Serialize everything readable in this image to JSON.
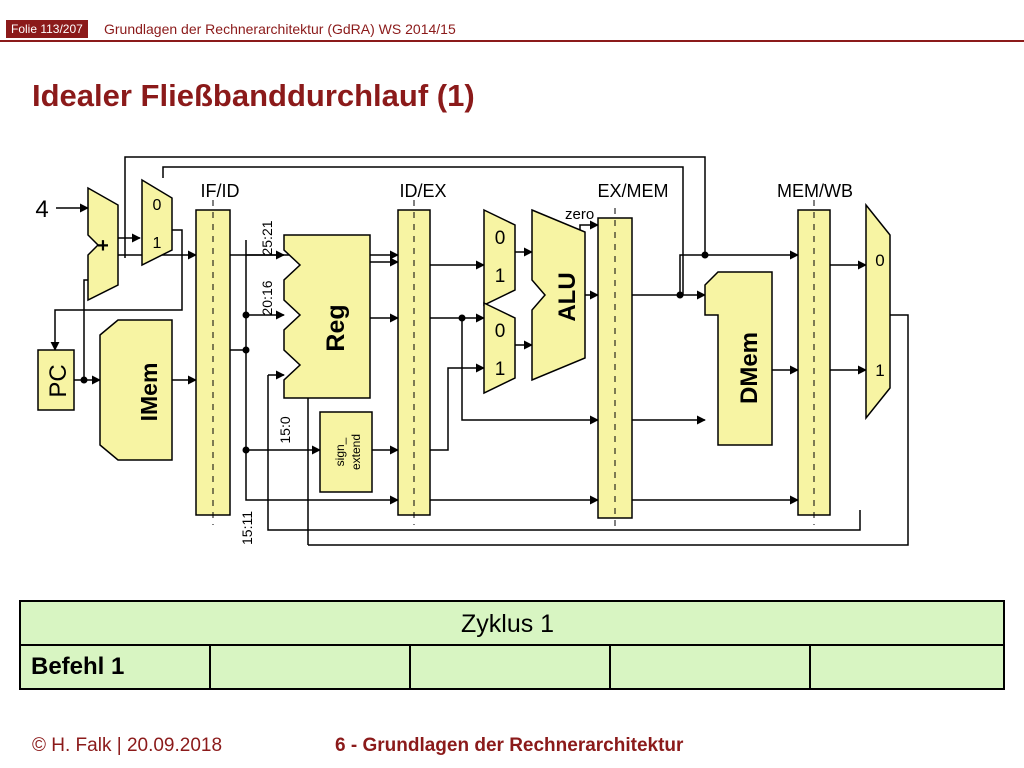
{
  "header": {
    "slide_number": "Folie 113/207",
    "course": "Grundlagen der Rechnerarchitektur (GdRA) WS 2014/15"
  },
  "title": "Idealer Fließbanddurchlauf (1)",
  "diagram": {
    "constant_four": "4",
    "adder_label": "+",
    "pc_mux": {
      "in0": "0",
      "in1": "1"
    },
    "pc_label": "PC",
    "imem_label": "IMem",
    "reg_label": "Reg",
    "sign_extend_line1": "sign_",
    "sign_extend_line2": "extend",
    "alu_label": "ALU",
    "zero_label": "zero",
    "dmem_label": "DMem",
    "alu_mux_a": {
      "in0": "0",
      "in1": "1"
    },
    "alu_mux_b": {
      "in0": "0",
      "in1": "1"
    },
    "wb_mux": {
      "in0": "0",
      "in1": "1"
    },
    "pipeline_registers": [
      "IF/ID",
      "ID/EX",
      "EX/MEM",
      "MEM/WB"
    ],
    "bit_fields": {
      "rs": "25:21",
      "rt": "20:16",
      "imm": "15:0",
      "rd": "15:11"
    },
    "colors": {
      "unit_fill": "#f7f4a3",
      "brand": "#8b1a1a"
    }
  },
  "pipeline_table": {
    "cycle_label": "Zyklus 1",
    "row_label": "Befehl 1",
    "empty_cells": 4,
    "fill_color": "#d8f5c2"
  },
  "footer": {
    "author": "© H. Falk | 20.09.2018",
    "chapter": "6 - Grundlagen der Rechnerarchitektur"
  }
}
